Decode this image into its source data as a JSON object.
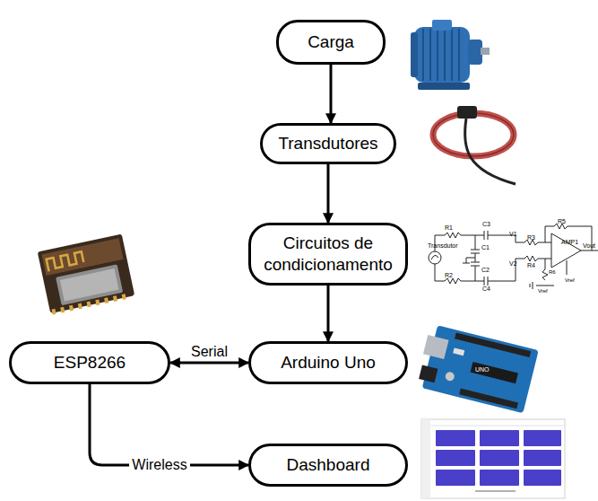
{
  "diagram": {
    "nodes": [
      {
        "text": [
          "Carga"
        ]
      },
      {
        "text": [
          "Transdutores"
        ]
      },
      {
        "text": [
          "Circuitos de condicionamento"
        ]
      },
      {
        "text": [
          "Arduino Uno"
        ]
      },
      {
        "text": [
          "ESP8266"
        ]
      },
      {
        "text": [
          "Dashboard"
        ]
      }
    ],
    "edges": [
      {
        "from": 0,
        "to": 1,
        "arrow": "to"
      },
      {
        "from": 1,
        "to": 2,
        "arrow": "to"
      },
      {
        "from": 2,
        "to": 3,
        "arrow": "to"
      },
      {
        "from": 4,
        "to": 3,
        "label": "Serial",
        "arrow": "both"
      },
      {
        "from": 4,
        "to": 5,
        "label": "Wireless",
        "arrow": "to"
      }
    ],
    "labels": [
      "R1",
      "C3",
      "Transdutor",
      "C1",
      "V1",
      "R3",
      "R5",
      "AMP1",
      "Vout",
      "C2",
      "V2",
      "R4",
      "R6",
      "R2",
      "C4",
      "Vref",
      "Vref",
      "UNO"
    ]
  }
}
